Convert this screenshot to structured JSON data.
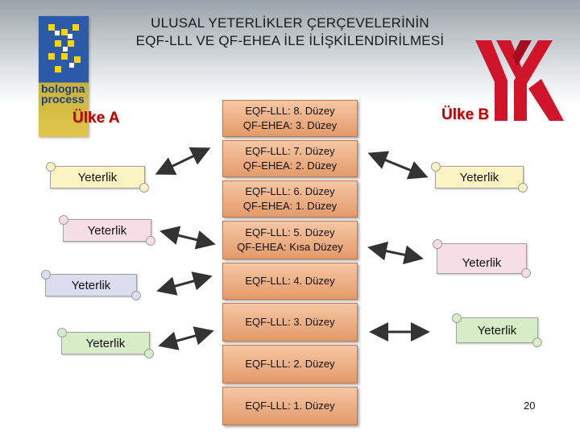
{
  "slide": {
    "title_line1": "ULUSAL YETERLİKLER ÇERÇEVELERİNİN",
    "title_line2": "EQF-LLL VE QF-EHEA İLE İLİŞKİLENDİRİLMESİ",
    "page_number": "20"
  },
  "logos": {
    "bologna_text": "bologna process"
  },
  "countries": {
    "a": "Ülke A",
    "b": "Ülke B"
  },
  "levels": [
    {
      "line1": "EQF-LLL: 8. Düzey",
      "line2": "QF-EHEA: 3. Düzey"
    },
    {
      "line1": "EQF-LLL: 7. Düzey",
      "line2": "QF-EHEA: 2. Düzey"
    },
    {
      "line1": "EQF-LLL: 6. Düzey",
      "line2": "QF-EHEA: 1. Düzey"
    },
    {
      "line1": "EQF-LLL: 5. Düzey",
      "line2": "QF-EHEA: Kısa Düzey"
    },
    {
      "line1": "EQF-LLL: 4. Düzey",
      "line2": ""
    },
    {
      "line1": "EQF-LLL: 3. Düzey",
      "line2": ""
    },
    {
      "line1": "EQF-LLL: 2. Düzey",
      "line2": ""
    },
    {
      "line1": "EQF-LLL: 1. Düzey",
      "line2": ""
    }
  ],
  "country_a_qualifications": [
    {
      "label": "Yeterlik",
      "color": "#fbf3c2"
    },
    {
      "label": "Yeterlik",
      "color": "#f6dde6"
    },
    {
      "label": "Yeterlik",
      "color": "#ddddf0"
    },
    {
      "label": "Yeterlik",
      "color": "#d6edc8"
    }
  ],
  "country_b_qualifications": [
    {
      "label": "Yeterlik",
      "color": "#fbf3c2"
    },
    {
      "label": "Yeterlik",
      "color": "#f6dde6"
    },
    {
      "label": "Yeterlik",
      "color": "#d6edc8"
    }
  ]
}
